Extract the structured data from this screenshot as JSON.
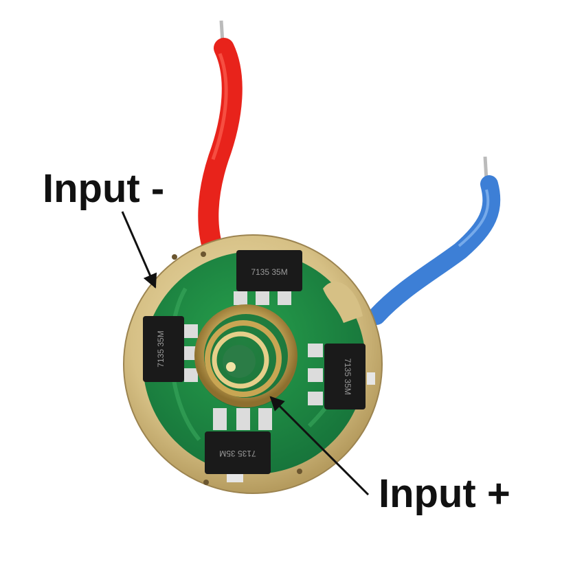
{
  "labels": {
    "input_minus": "Input -",
    "input_plus": "Input +"
  },
  "chips": [
    {
      "marking": "7135 35M"
    },
    {
      "marking": "7135 35M"
    },
    {
      "marking": "7135 35M"
    },
    {
      "marking": "7135 35M"
    }
  ],
  "colors": {
    "background": "#ffffff",
    "pcb_green": "#1f8a3f",
    "gold_ring": "#d9c58e",
    "red_wire": "#e8231b",
    "blue_wire": "#3d7fd6",
    "chip_black": "#1a1a1a",
    "spring_gold": "#c9a653"
  },
  "icons": [
    "led-driver-board",
    "spring-contact",
    "red-wire",
    "blue-wire",
    "arrow-pointer"
  ]
}
